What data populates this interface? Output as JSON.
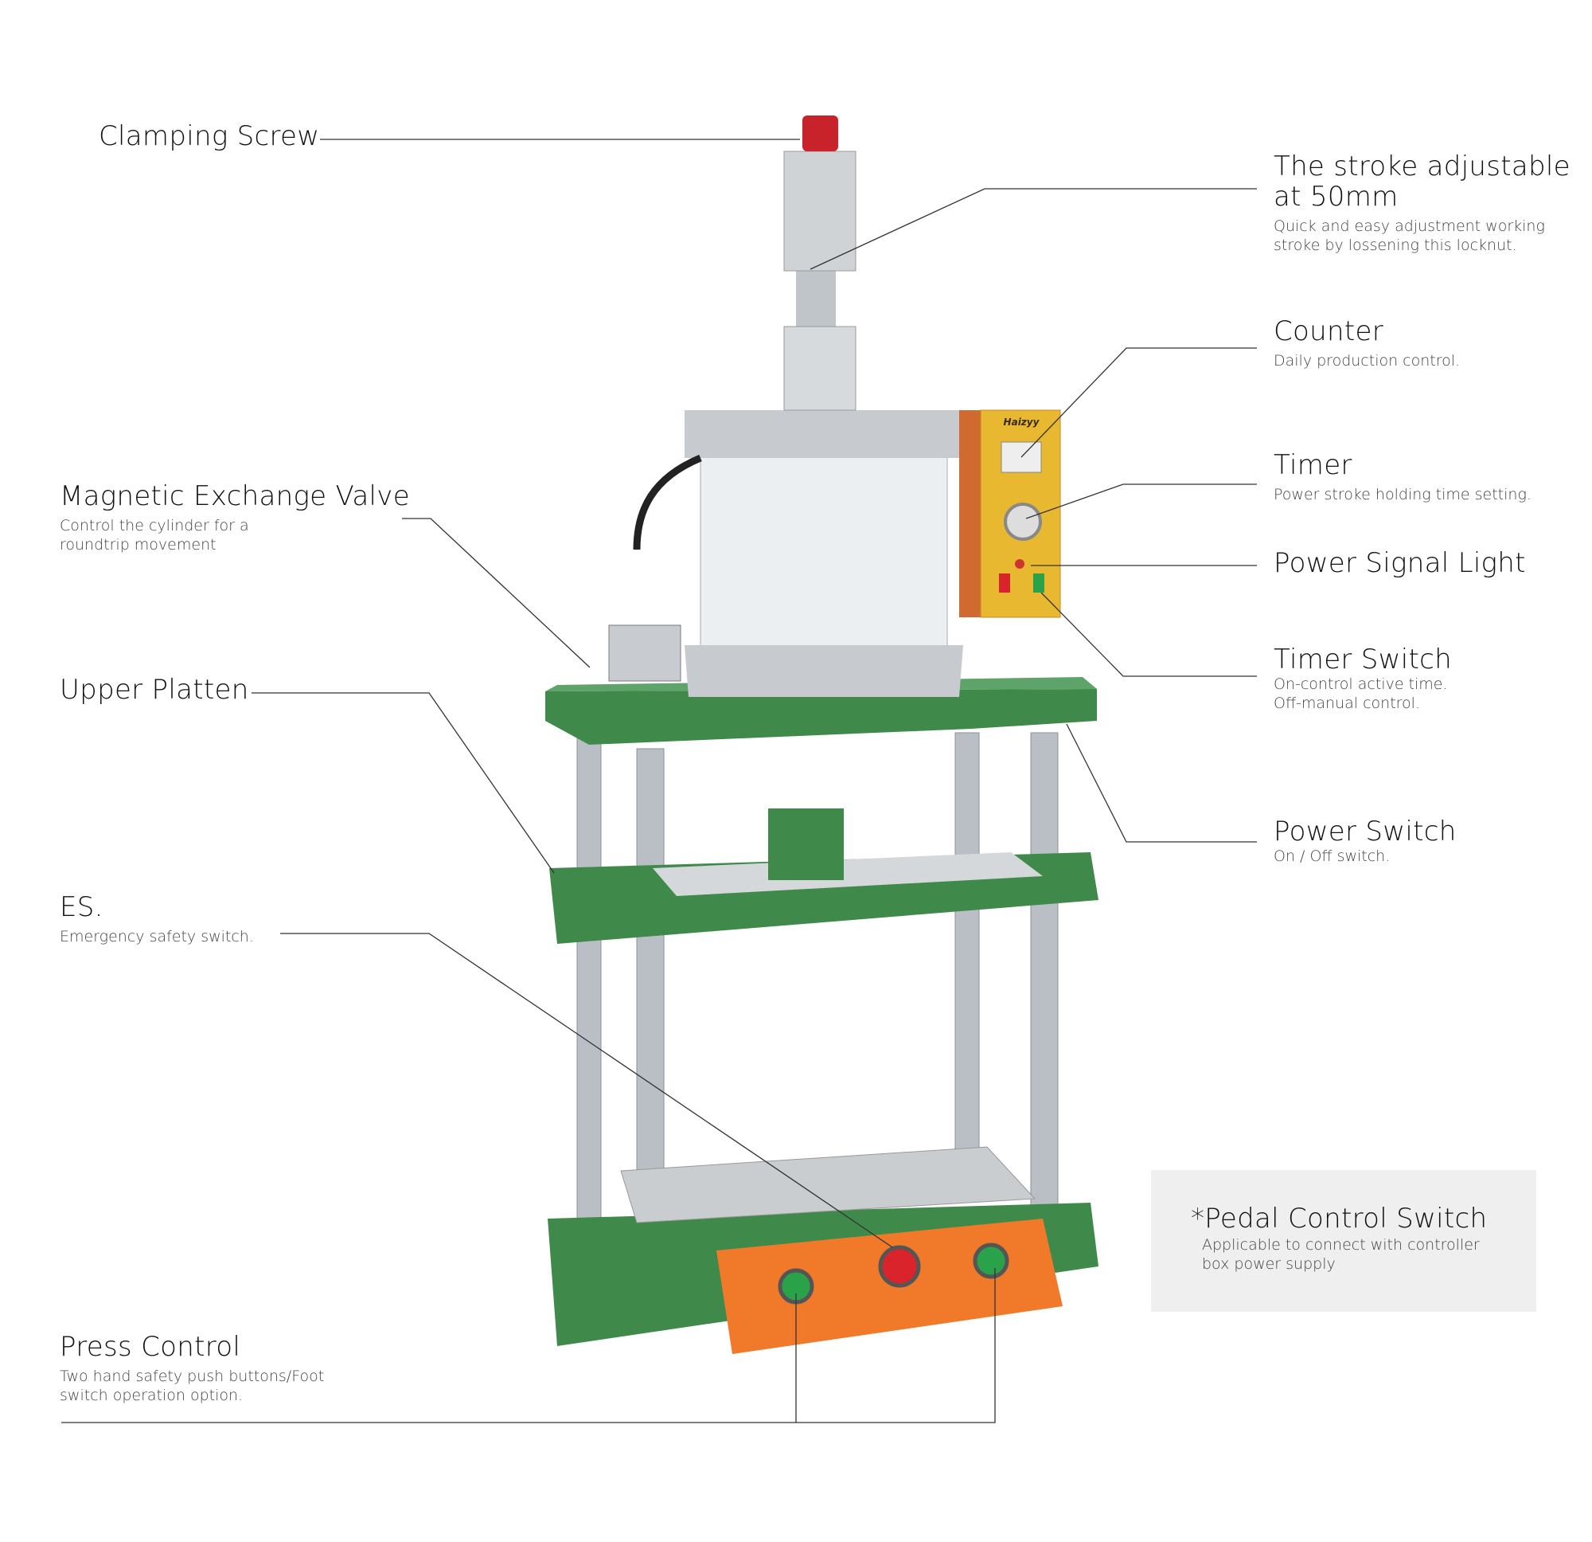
{
  "callouts": {
    "clamping_screw": {
      "title": "Clamping Screw"
    },
    "stroke": {
      "title_line1": "The stroke adjustable",
      "title_line2": "at 50mm",
      "desc_line1": "Quick and easy adjustment working",
      "desc_line2": "stroke by lossening this locknut."
    },
    "counter": {
      "title": "Counter",
      "desc": "Daily production control."
    },
    "timer": {
      "title": "Timer",
      "desc": "Power stroke holding time setting."
    },
    "power_signal_light": {
      "title": "Power Signal Light"
    },
    "timer_switch": {
      "title": "Timer Switch",
      "desc_line1": "On-control active time.",
      "desc_line2": "Off-manual control."
    },
    "power_switch": {
      "title": "Power Switch",
      "desc": "On / Off switch."
    },
    "magnetic_valve": {
      "title": "Magnetic Exchange Valve",
      "desc_line1": "Control the cylinder for a",
      "desc_line2": "roundtrip movement"
    },
    "upper_platten": {
      "title": "Upper Platten"
    },
    "es": {
      "title": "ES.",
      "desc": "Emergency safety switch."
    },
    "press_control": {
      "title": "Press Control",
      "desc_line1": "Two hand safety push buttons/Foot",
      "desc_line2": "switch operation option."
    },
    "pedal": {
      "title": "*Pedal Control Switch",
      "desc_line1": "Applicable to connect with controller",
      "desc_line2": "box power supply"
    }
  },
  "machine": {
    "brand": "Haizyy",
    "colors": {
      "frame": "#3f8a4a",
      "control_box": "#e8b830",
      "press_control": "#f07a2a",
      "emergency": "#d8242a",
      "start": "#2aa24a"
    }
  }
}
